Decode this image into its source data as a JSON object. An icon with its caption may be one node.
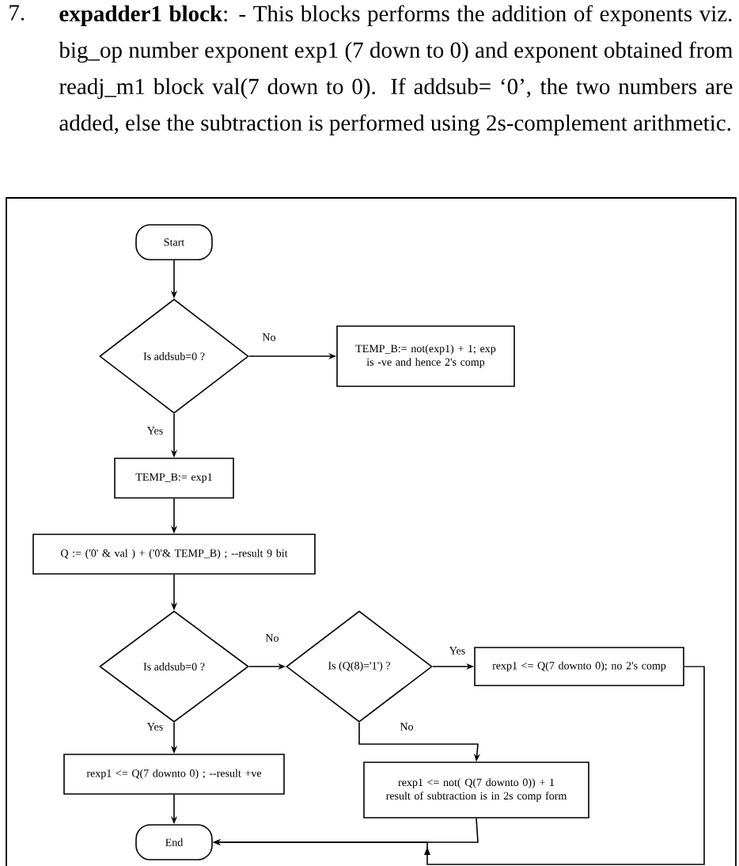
{
  "diagram": {
    "nodes": [
      {
        "text": [
          "Start"
        ]
      },
      {
        "text": [
          "Is addsub=0 ?"
        ]
      },
      {
        "text": [
          "TEMP_B:= not(exp1) + 1; exp is -ve and hence 2's comp"
        ]
      },
      {
        "text": [
          "TEMP_B:= exp1"
        ]
      },
      {
        "text": [
          "Q := ('0' & val ) + ('0'& TEMP_B) ; --result 9 bit"
        ]
      },
      {
        "text": [
          "Is addsub=0 ?"
        ]
      },
      {
        "text": [
          "Is (Q(8)='1') ?"
        ]
      },
      {
        "text": [
          "rexp1 <= Q(7 downto 0); no 2's comp"
        ]
      },
      {
        "text": [
          "rexp1 <= Q(7 downto 0) ; --result +ve"
        ]
      },
      {
        "text": [
          "rexp1 <= not( Q(7 downto 0)) + 1 result of subtraction is in 2s comp form"
        ]
      },
      {
        "text": [
          "End"
        ]
      }
    ],
    "edges": [
      {
        "from": 0,
        "to": 1,
        "arrow": "to"
      },
      {
        "from": 1,
        "to": 2,
        "arrow": "to",
        "label": "No"
      },
      {
        "from": 1,
        "to": 3,
        "arrow": "to",
        "label": "Yes"
      },
      {
        "from": 3,
        "to": 4,
        "arrow": "to"
      },
      {
        "from": 4,
        "to": 5,
        "arrow": "to"
      },
      {
        "from": 5,
        "to": 6,
        "arrow": "to",
        "label": "No"
      },
      {
        "from": 6,
        "to": 7,
        "arrow": "to",
        "label": "Yes"
      },
      {
        "from": 6,
        "to": 9,
        "arrow": "to",
        "label": "No"
      },
      {
        "from": 5,
        "to": 8,
        "arrow": "to",
        "label": "Yes"
      },
      {
        "from": 8,
        "to": 10,
        "arrow": "to"
      },
      {
        "from": 9,
        "to": 10,
        "arrow": "to"
      },
      {
        "from": 7,
        "to": 10,
        "arrow": "to"
      }
    ],
    "labels": [
      "7.",
      "**expadder1 block**: - This blocks performs the addition of exponents viz. big_op number exponent exp1 (7 down to 0) and exponent obtained from readj_m1 block val(7 down to 0). If addsub= ‘0’, the two numbers are added, else the subtraction is performed using 2s-complement arithmetic."
    ]
  }
}
